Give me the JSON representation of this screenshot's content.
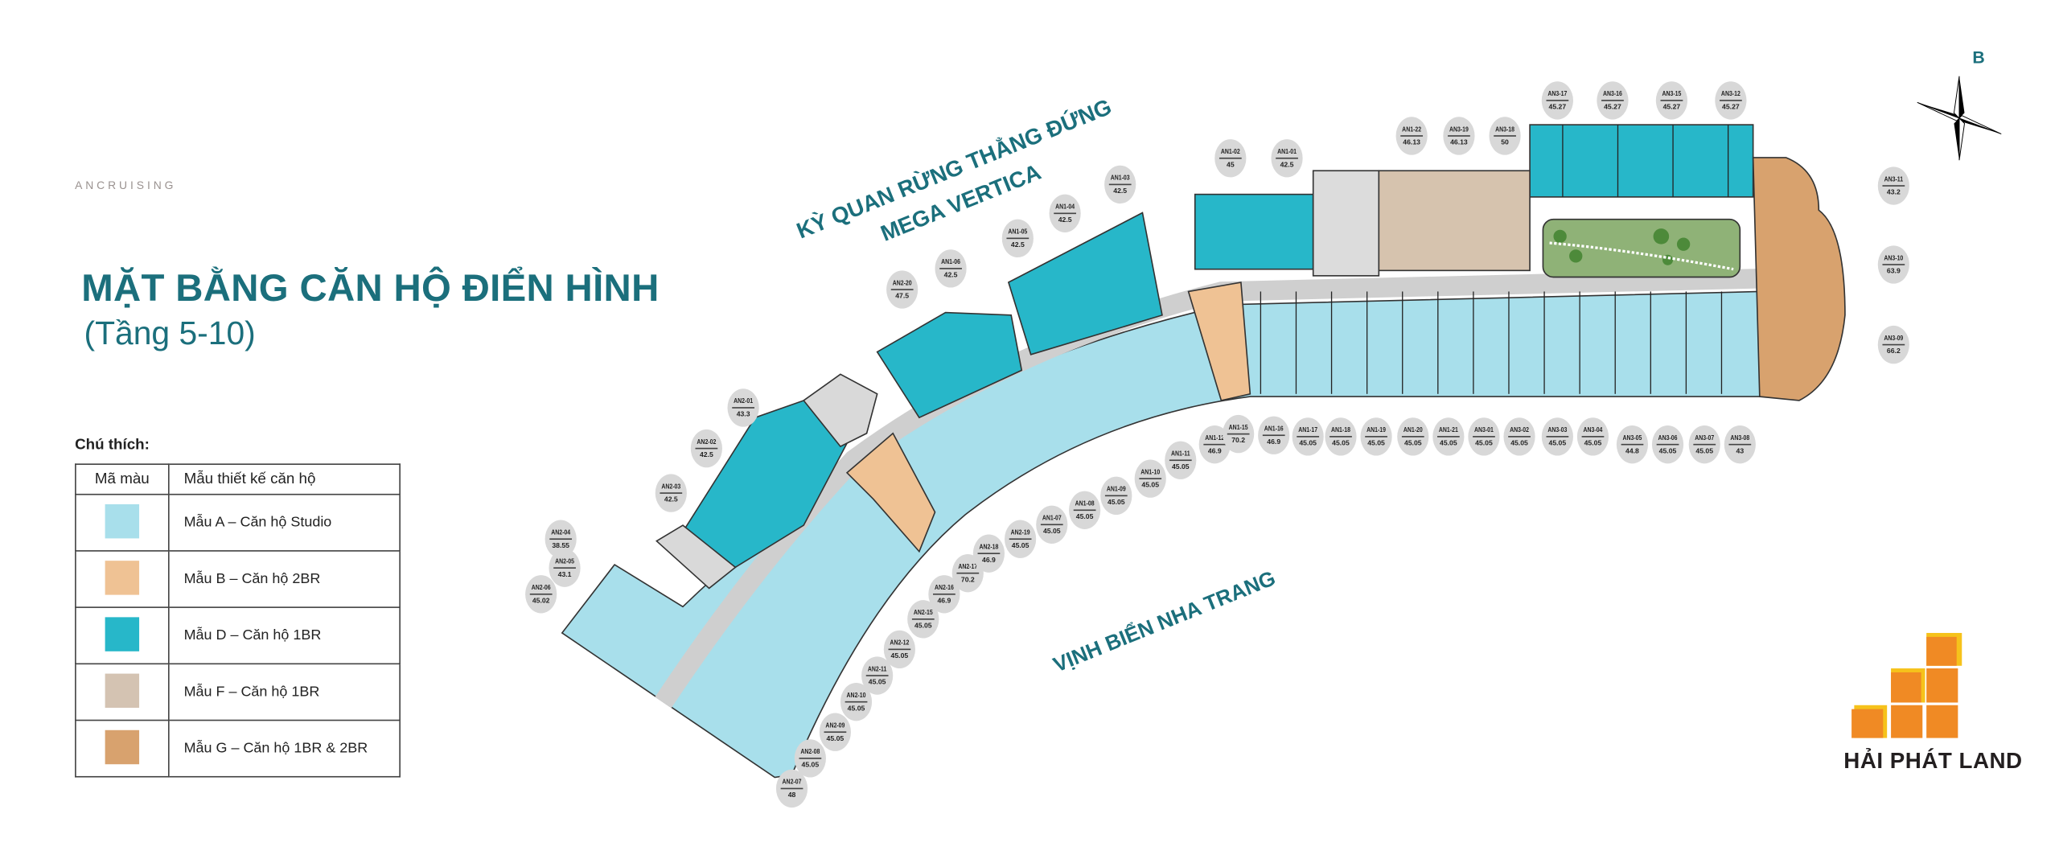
{
  "brand": {
    "name": "ANCRUISING"
  },
  "header": {
    "title": "MẶT BẰNG CĂN HỘ ĐIỂN HÌNH",
    "subtitle": "(Tầng 5-10)"
  },
  "compass": {
    "north_label": "B"
  },
  "directions": {
    "north_view_line1": "KỲ QUAN RỪNG THẲNG ĐỨNG",
    "north_view_line2": "MEGA VERTICA",
    "south_view": "VỊNH BIỂN NHA TRANG"
  },
  "legend": {
    "caption": "Chú thích:",
    "col_color": "Mã màu",
    "col_type": "Mẫu thiết kế căn hộ",
    "items": [
      {
        "label": "Mẫu A – Căn hộ Studio",
        "color": "#a8dfeb"
      },
      {
        "label": "Mẫu B – Căn hộ 2BR",
        "color": "#efc294"
      },
      {
        "label": "Mẫu D – Căn hộ 1BR",
        "color": "#27b7c9"
      },
      {
        "label": "Mẫu F – Căn hộ 1BR",
        "color": "#d4c3b2"
      },
      {
        "label": "Mẫu G – Căn hộ 1BR & 2BR",
        "color": "#d8a26e"
      }
    ]
  },
  "developer_logo": {
    "name": "HẢI PHÁT LAND",
    "orange": "#f08a24",
    "yellow": "#f6c21b"
  },
  "units": [
    {
      "id": "AN2-07",
      "area": "48"
    },
    {
      "id": "AN2-08",
      "area": "45.05"
    },
    {
      "id": "AN2-09",
      "area": "45.05"
    },
    {
      "id": "AN2-10",
      "area": "45.05"
    },
    {
      "id": "AN2-11",
      "area": "45.05"
    },
    {
      "id": "AN2-12",
      "area": "45.05"
    },
    {
      "id": "AN2-15",
      "area": "45.05"
    },
    {
      "id": "AN2-16",
      "area": "46.9"
    },
    {
      "id": "AN2-17",
      "area": "70.2"
    },
    {
      "id": "AN2-18",
      "area": "46.9"
    },
    {
      "id": "AN2-19",
      "area": "45.05"
    },
    {
      "id": "AN1-07",
      "area": "45.05"
    },
    {
      "id": "AN1-08",
      "area": "45.05"
    },
    {
      "id": "AN1-09",
      "area": "45.05"
    },
    {
      "id": "AN1-10",
      "area": "45.05"
    },
    {
      "id": "AN1-11",
      "area": "45.05"
    },
    {
      "id": "AN1-12",
      "area": "46.9"
    },
    {
      "id": "AN1-15",
      "area": "70.2"
    },
    {
      "id": "AN1-16",
      "area": "46.9"
    },
    {
      "id": "AN1-17",
      "area": "45.05"
    },
    {
      "id": "AN1-18",
      "area": "45.05"
    },
    {
      "id": "AN1-19",
      "area": "45.05"
    },
    {
      "id": "AN1-20",
      "area": "45.05"
    },
    {
      "id": "AN1-21",
      "area": "45.05"
    },
    {
      "id": "AN3-01",
      "area": "45.05"
    },
    {
      "id": "AN3-02",
      "area": "45.05"
    },
    {
      "id": "AN3-03",
      "area": "45.05"
    },
    {
      "id": "AN3-04",
      "area": "45.05"
    },
    {
      "id": "AN3-05",
      "area": "44.8"
    },
    {
      "id": "AN3-06",
      "area": "45.05"
    },
    {
      "id": "AN3-07",
      "area": "45.05"
    },
    {
      "id": "AN3-08",
      "area": "43"
    },
    {
      "id": "AN3-09",
      "area": "66.2"
    },
    {
      "id": "AN3-10",
      "area": "63.9"
    },
    {
      "id": "AN3-11",
      "area": "43.2"
    },
    {
      "id": "AN3-12",
      "area": "45.27"
    },
    {
      "id": "AN3-15",
      "area": "45.27"
    },
    {
      "id": "AN3-16",
      "area": "45.27"
    },
    {
      "id": "AN3-17",
      "area": "45.27"
    },
    {
      "id": "AN3-18",
      "area": "50"
    },
    {
      "id": "AN3-19",
      "area": "46.13"
    },
    {
      "id": "AN1-22",
      "area": "46.13"
    },
    {
      "id": "AN1-01",
      "area": "42.5"
    },
    {
      "id": "AN1-02",
      "area": "45"
    },
    {
      "id": "AN1-03",
      "area": "42.5"
    },
    {
      "id": "AN1-04",
      "area": "42.5"
    },
    {
      "id": "AN1-05",
      "area": "42.5"
    },
    {
      "id": "AN1-06",
      "area": "42.5"
    },
    {
      "id": "AN2-20",
      "area": "47.5"
    },
    {
      "id": "AN2-01",
      "area": "43.3"
    },
    {
      "id": "AN2-02",
      "area": "42.5"
    },
    {
      "id": "AN2-03",
      "area": "42.5"
    },
    {
      "id": "AN2-04",
      "area": "38.55"
    },
    {
      "id": "AN2-05",
      "area": "43.1"
    },
    {
      "id": "AN2-06",
      "area": "45.02"
    }
  ]
}
